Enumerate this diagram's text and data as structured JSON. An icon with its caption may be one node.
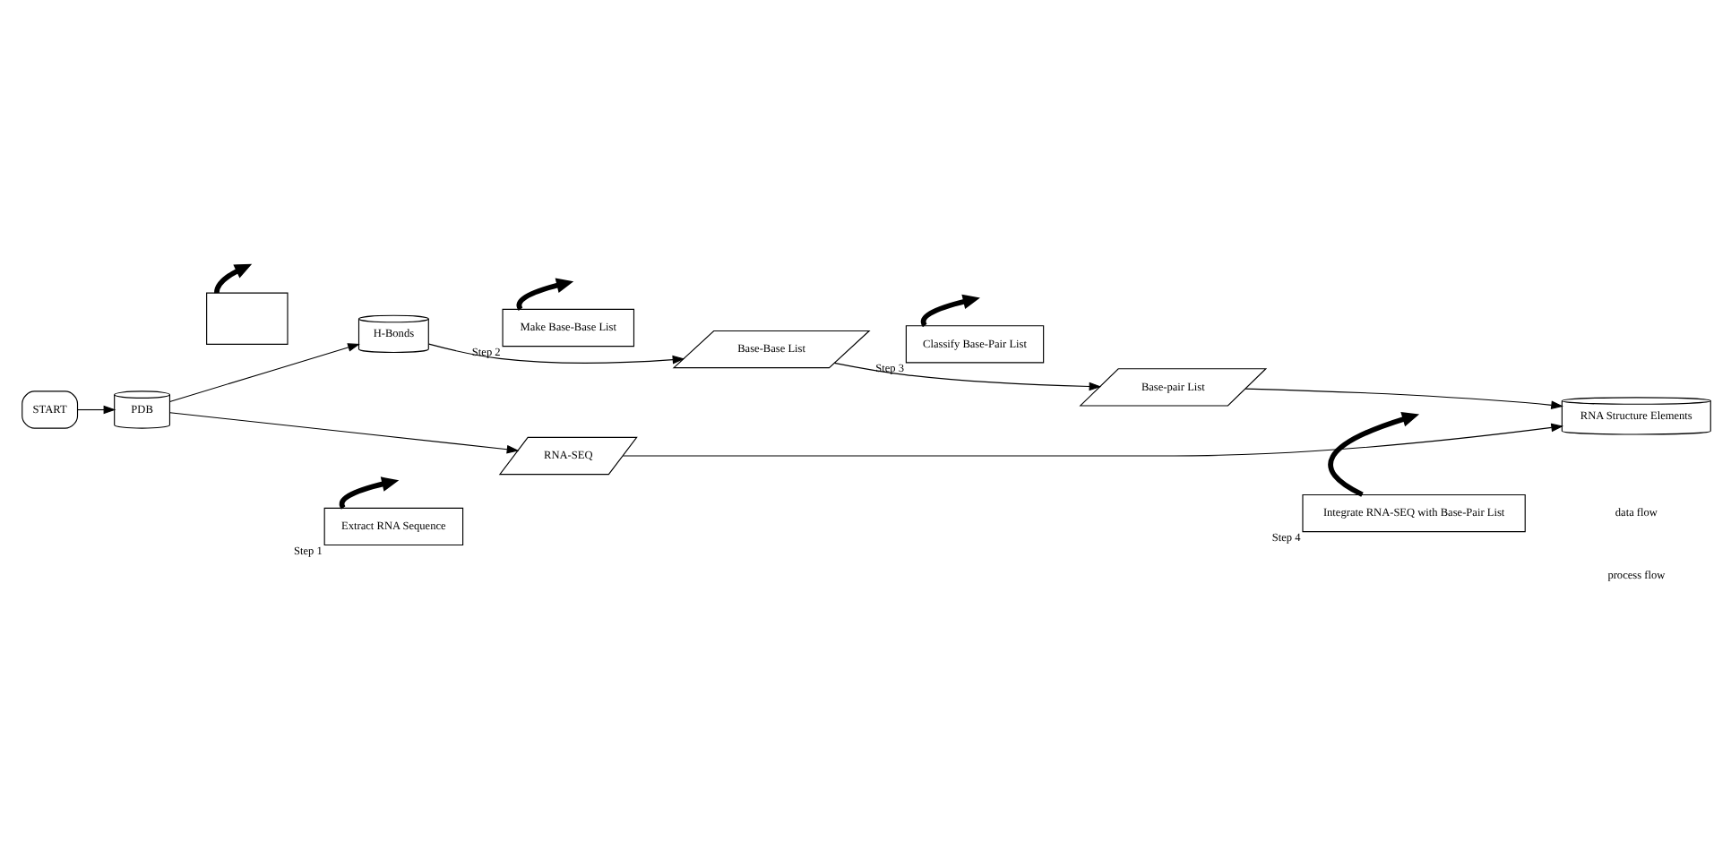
{
  "diagram": {
    "nodes": [
      {
        "text": [
          "START"
        ]
      },
      {
        "text": [
          "PDB"
        ]
      },
      {
        "text": [],
        "shape": "box"
      },
      {
        "text": [
          "RNA-SEQ"
        ]
      },
      {
        "text": [
          "Extract RNA Sequence"
        ],
        "beside": [
          "Step 1"
        ]
      },
      {
        "text": [
          "H-Bonds"
        ]
      },
      {
        "text": [
          "Base-Base List"
        ]
      },
      {
        "text": [
          "Make Base-Base List"
        ],
        "beside": [
          "Step 2"
        ]
      },
      {
        "text": [
          "Base-pair List"
        ]
      },
      {
        "text": [
          "Classify Base-Pair List"
        ],
        "beside": [
          "Step 3"
        ]
      },
      {
        "text": [
          "RNA Structure Elements"
        ]
      },
      {
        "text": [
          "Integrate RNA-SEQ with Base-Pair List"
        ],
        "beside": [
          "Step 4"
        ]
      }
    ],
    "edges": [
      {
        "from": 0,
        "to": 1,
        "arrow": "to"
      },
      {
        "from": 1,
        "to": 3,
        "arrow": "to"
      },
      {
        "from": 1,
        "to": 5,
        "arrow": "to"
      },
      {
        "from": 2,
        "to": null,
        "arrow": "to",
        "style": "thick"
      },
      {
        "from": 4,
        "to": null,
        "arrow": "to",
        "style": "thick"
      },
      {
        "from": 5,
        "to": 6,
        "arrow": "to"
      },
      {
        "from": 7,
        "to": null,
        "arrow": "to",
        "style": "thick"
      },
      {
        "from": 6,
        "to": 8,
        "arrow": "to"
      },
      {
        "from": 9,
        "to": null,
        "arrow": "to",
        "style": "thick"
      },
      {
        "from": 3,
        "to": 10,
        "arrow": "to"
      },
      {
        "from": 8,
        "to": 10,
        "arrow": "to"
      },
      {
        "from": 11,
        "to": null,
        "arrow": "to",
        "style": "thick"
      }
    ],
    "legend": [
      {
        "text": "data flow"
      },
      {
        "text": "process flow"
      }
    ]
  }
}
